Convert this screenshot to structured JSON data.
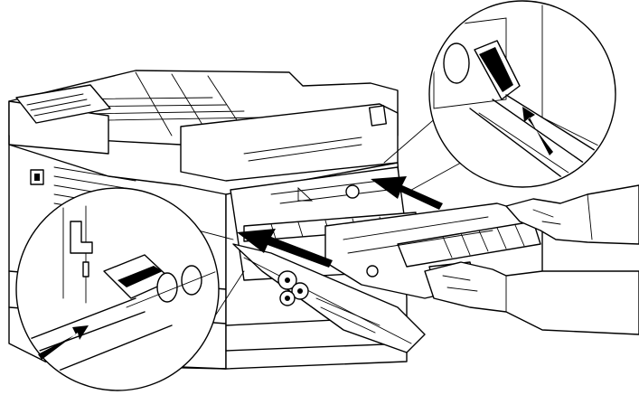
{
  "figure": {
    "subject": "printer-interior-unit-installation",
    "colors": {
      "line": "#000000",
      "fill": "#ffffff"
    },
    "callouts": [
      {
        "name": "callout-top-right",
        "shows": "guide-rail-and-knob"
      },
      {
        "name": "callout-bottom-left",
        "shows": "guide-rail-and-knob"
      }
    ],
    "arrows": [
      {
        "name": "insert-arrow-upper",
        "direction": "left"
      },
      {
        "name": "insert-arrow-lower",
        "direction": "left"
      }
    ]
  }
}
